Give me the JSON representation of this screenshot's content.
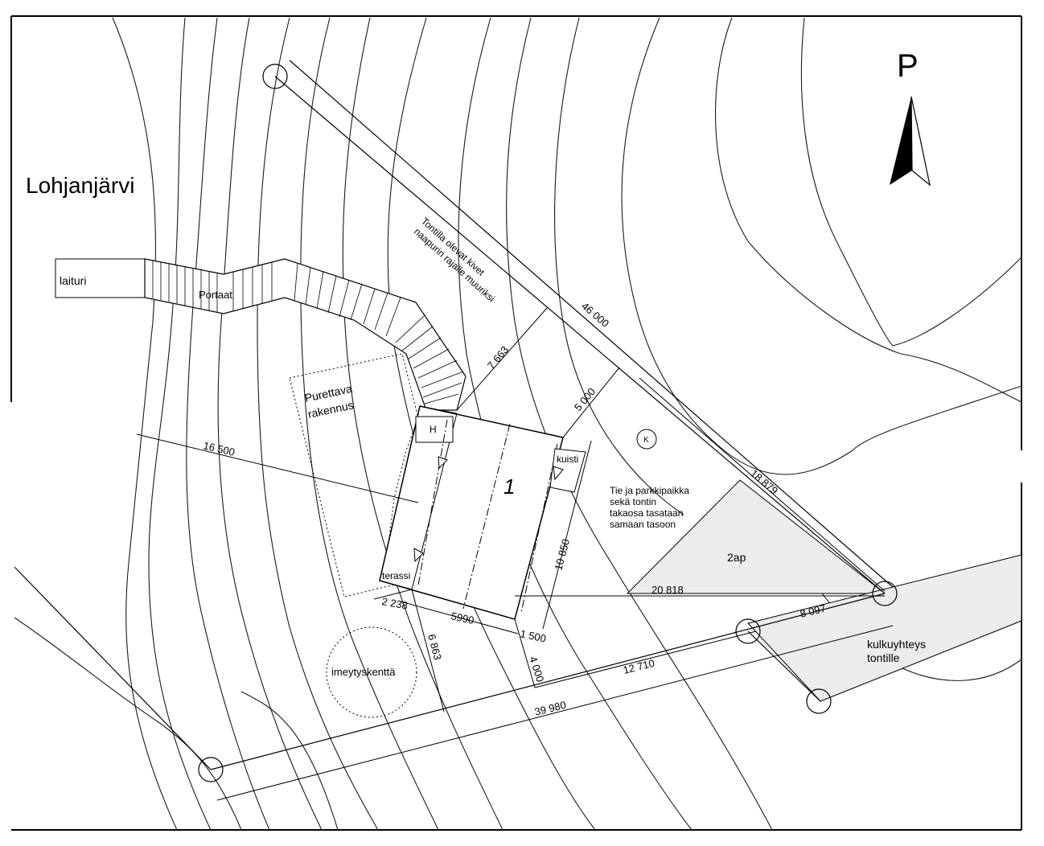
{
  "north": {
    "label": "P"
  },
  "lake": {
    "label": "Lohjanjärvi"
  },
  "labels": {
    "laituri": "laituri",
    "portaat": "Portaat",
    "purettava_1": "Purettava",
    "purettava_2": "rakennus",
    "building_number": "1",
    "h_box": "H",
    "kuisti": "kuisti",
    "terassi": "terassi",
    "imeytyskentta": "imeytyskenttä",
    "k_marker": "K",
    "parking_area": "2ap",
    "stones_1": "Tontilla olevat kivet",
    "stones_2": "naapurin rajalle muuriksi",
    "road_1": "Tie ja parkkipaikka",
    "road_2": "sekä tontin",
    "road_3": "takaosa tasataan",
    "road_4": "samaan tasoon",
    "access_1": "kulkuyhteys",
    "access_2": "tontille"
  },
  "dimensions": {
    "d46000": "46 000",
    "d18879": "18 879",
    "d7663": "7 663",
    "d5000": "5 000",
    "d16500": "16 500",
    "d10850": "10 850",
    "d20818": "20 818",
    "d8097": "8 097",
    "d2238": "2 238",
    "d5990": "5990",
    "d1500": "1 500",
    "d6863": "6 863",
    "d4000": "4 000",
    "d12710": "12 710",
    "d39980": "39 980"
  }
}
